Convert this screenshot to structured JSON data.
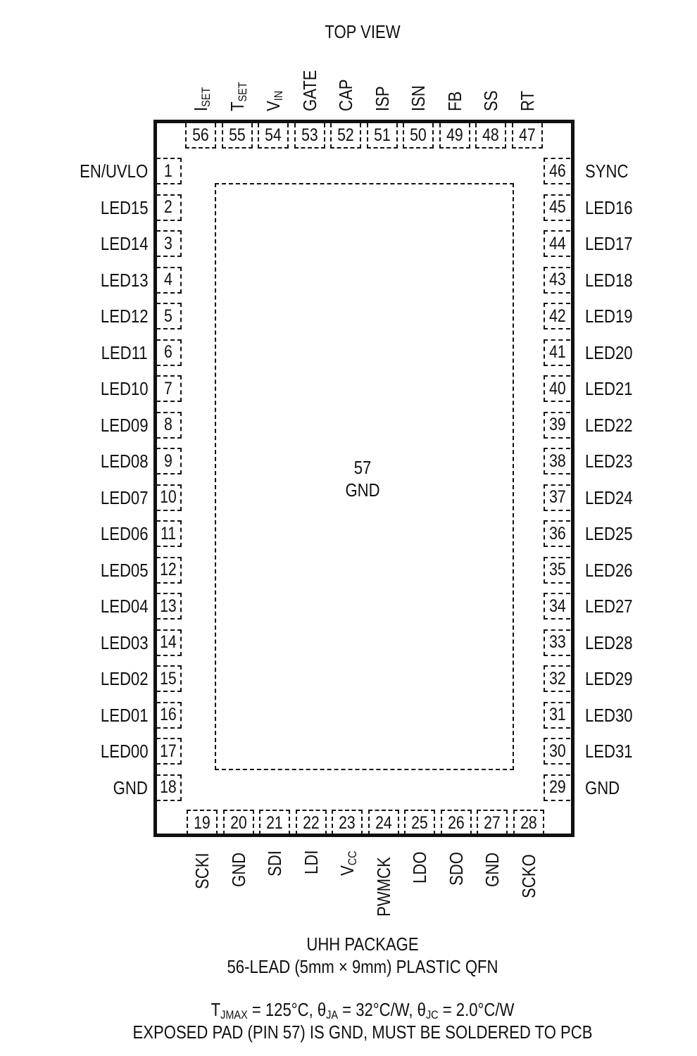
{
  "title": "TOP VIEW",
  "package": {
    "name": "UHH PACKAGE",
    "description": "56-LEAD (5mm × 9mm) PLASTIC QFN",
    "thermal": {
      "tjmax_sym": "T",
      "tjmax_sub": "JMAX",
      "tjmax_val": " = 125°C, ",
      "theta_ja_sym": "θ",
      "theta_ja_sub": "JA",
      "theta_ja_val": " = 32°C/W, ",
      "theta_jc_sym": "θ",
      "theta_jc_sub": "JC",
      "theta_jc_val": " = 2.0°C/W"
    },
    "note": "EXPOSED PAD (PIN 57) IS GND, MUST BE SOLDERED TO PCB"
  },
  "exposed_pad": {
    "number": "57",
    "name": "GND"
  },
  "pins_left": [
    {
      "num": "1",
      "name": "EN/UVLO"
    },
    {
      "num": "2",
      "name": "LED15"
    },
    {
      "num": "3",
      "name": "LED14"
    },
    {
      "num": "4",
      "name": "LED13"
    },
    {
      "num": "5",
      "name": "LED12"
    },
    {
      "num": "6",
      "name": "LED11"
    },
    {
      "num": "7",
      "name": "LED10"
    },
    {
      "num": "8",
      "name": "LED09"
    },
    {
      "num": "9",
      "name": "LED08"
    },
    {
      "num": "10",
      "name": "LED07"
    },
    {
      "num": "11",
      "name": "LED06"
    },
    {
      "num": "12",
      "name": "LED05"
    },
    {
      "num": "13",
      "name": "LED04"
    },
    {
      "num": "14",
      "name": "LED03"
    },
    {
      "num": "15",
      "name": "LED02"
    },
    {
      "num": "16",
      "name": "LED01"
    },
    {
      "num": "17",
      "name": "LED00"
    },
    {
      "num": "18",
      "name": "GND"
    }
  ],
  "pins_right": [
    {
      "num": "46",
      "name": "SYNC"
    },
    {
      "num": "45",
      "name": "LED16"
    },
    {
      "num": "44",
      "name": "LED17"
    },
    {
      "num": "43",
      "name": "LED18"
    },
    {
      "num": "42",
      "name": "LED19"
    },
    {
      "num": "41",
      "name": "LED20"
    },
    {
      "num": "40",
      "name": "LED21"
    },
    {
      "num": "39",
      "name": "LED22"
    },
    {
      "num": "38",
      "name": "LED23"
    },
    {
      "num": "37",
      "name": "LED24"
    },
    {
      "num": "36",
      "name": "LED25"
    },
    {
      "num": "35",
      "name": "LED26"
    },
    {
      "num": "34",
      "name": "LED27"
    },
    {
      "num": "33",
      "name": "LED28"
    },
    {
      "num": "32",
      "name": "LED29"
    },
    {
      "num": "31",
      "name": "LED30"
    },
    {
      "num": "30",
      "name": "LED31"
    },
    {
      "num": "29",
      "name": "GND"
    }
  ],
  "pins_top": [
    {
      "num": "56",
      "name": "I",
      "sub": "SET"
    },
    {
      "num": "55",
      "name": "T",
      "sub": "SET"
    },
    {
      "num": "54",
      "name": "V",
      "sub": "IN"
    },
    {
      "num": "53",
      "name": "GATE",
      "sub": ""
    },
    {
      "num": "52",
      "name": "CAP",
      "sub": ""
    },
    {
      "num": "51",
      "name": "ISP",
      "sub": ""
    },
    {
      "num": "50",
      "name": "ISN",
      "sub": ""
    },
    {
      "num": "49",
      "name": "FB",
      "sub": ""
    },
    {
      "num": "48",
      "name": "SS",
      "sub": ""
    },
    {
      "num": "47",
      "name": "RT",
      "sub": ""
    }
  ],
  "pins_bottom": [
    {
      "num": "19",
      "name": "SCKI",
      "sub": ""
    },
    {
      "num": "20",
      "name": "GND",
      "sub": ""
    },
    {
      "num": "21",
      "name": "SDI",
      "sub": ""
    },
    {
      "num": "22",
      "name": "LDI",
      "sub": ""
    },
    {
      "num": "23",
      "name": "V",
      "sub": "CC"
    },
    {
      "num": "24",
      "name": "PWMCK",
      "sub": ""
    },
    {
      "num": "25",
      "name": "LDO",
      "sub": ""
    },
    {
      "num": "26",
      "name": "SDO",
      "sub": ""
    },
    {
      "num": "27",
      "name": "GND",
      "sub": ""
    },
    {
      "num": "28",
      "name": "SCKO",
      "sub": ""
    }
  ]
}
